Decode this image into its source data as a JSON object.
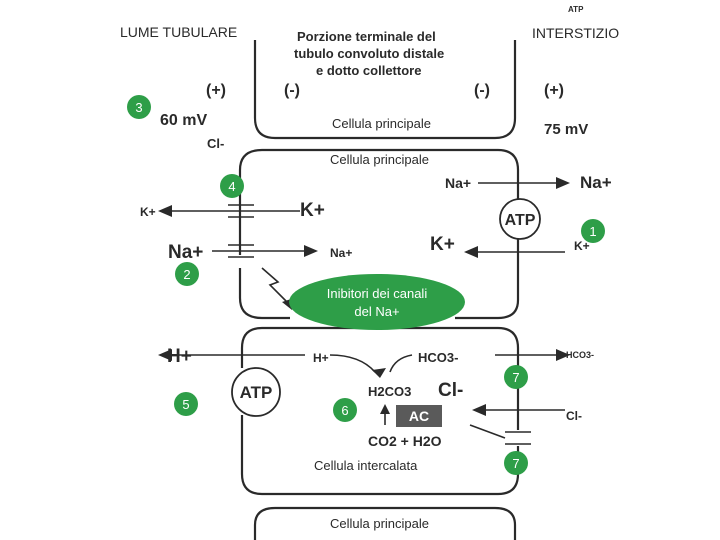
{
  "header": {
    "left_label": "LUME TUBULARE",
    "right_label": "INTERSTIZIO",
    "title_lines": [
      "Porzione terminale del",
      "tubulo convoluto distale",
      "e dotto collettore"
    ],
    "top_right_scan": "ATP"
  },
  "potentials": {
    "plus_left": "(+)",
    "minus_left": "(-)",
    "minus_right": "(-)",
    "plus_right": "(+)",
    "lumen_mv": "60 mV",
    "interstitial_mv": "75 mV",
    "cl_left": "Cl-"
  },
  "cells": {
    "principal_top": "Cellula principale",
    "principal_main": "Cellula principale",
    "intercalated": "Cellula intercalata",
    "principal_bottom": "Cellula principale"
  },
  "ions": {
    "na_basolateral_in": "Na+",
    "na_basolateral_out": "Na+",
    "k_lumen_small": "K+",
    "k_apical_large": "K+",
    "atp_pump": "ATP",
    "k_basolateral_large": "K+",
    "k_basolateral_small": "K+",
    "na_lumen_large": "Na+",
    "na_apical_small": "Na+",
    "h_lumen_large": "H+",
    "h_cell_small": "H+",
    "atp_h_pump": "ATP",
    "hco3_cell": "HCO3-",
    "h2co3": "H2CO3",
    "ac": "AC",
    "co2_h2o": "CO2 + H2O",
    "cl_exchanger": "Cl-",
    "hco3_interstitium": "HCO3-",
    "cl_interstitium": "Cl-"
  },
  "annotation": {
    "inhibitor_line1": "Inibitori dei canali",
    "inhibitor_line2": "del Na+"
  },
  "markers": [
    "3",
    "4",
    "1",
    "2",
    "5",
    "6",
    "7",
    "7"
  ],
  "colors": {
    "marker_fill": "#2e9e48",
    "inhibitor_fill": "#2e9e48",
    "ac_box": "#5a5a5a",
    "ink": "#2a2a2a"
  }
}
